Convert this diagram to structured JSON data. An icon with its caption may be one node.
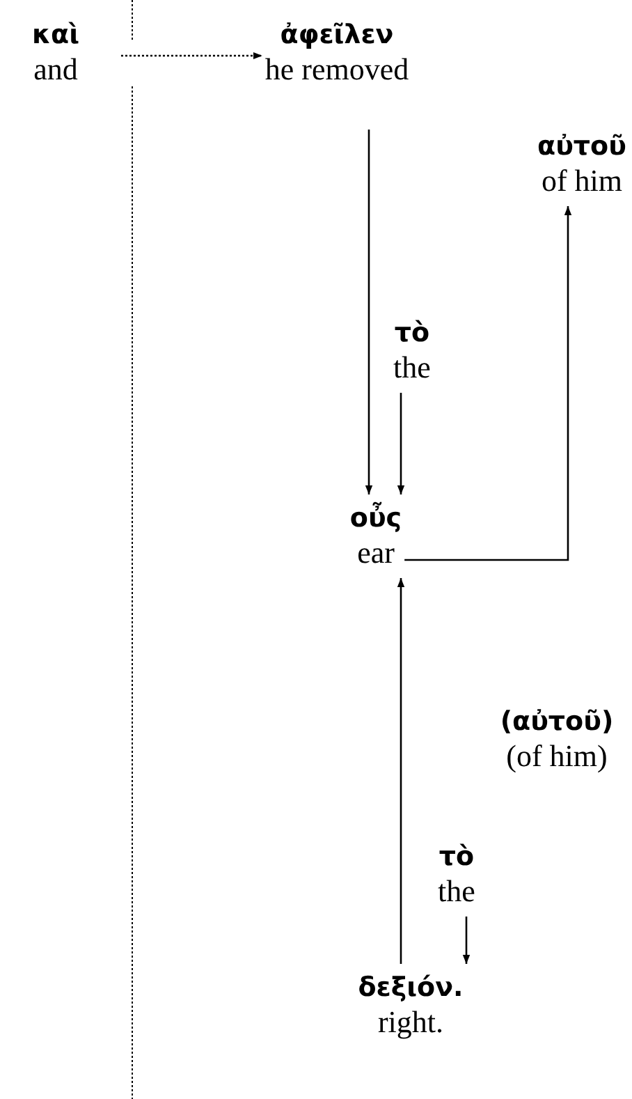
{
  "diagram": {
    "nodes": [
      {
        "text": [
          "καὶ",
          "and"
        ]
      },
      {
        "text": [
          "ἀφεῖλεν",
          "he removed"
        ]
      },
      {
        "text": [
          "αὐτοῦ",
          "of him"
        ]
      },
      {
        "text": [
          "τὸ",
          "the"
        ]
      },
      {
        "text": [
          "οὖς",
          "ear"
        ]
      },
      {
        "text": [
          "τὸ",
          "the"
        ]
      },
      {
        "text": [
          "δεξιόν.",
          "right."
        ]
      }
    ],
    "edges": [
      {
        "from": 0,
        "to": 1,
        "arrow": "to",
        "style": "dashed"
      },
      {
        "from": 1,
        "to": 4,
        "arrow": "to"
      },
      {
        "from": 3,
        "to": 4,
        "arrow": "to"
      },
      {
        "from": 4,
        "to": 2,
        "arrow": "to"
      },
      {
        "from": 6,
        "to": 4,
        "arrow": "to"
      },
      {
        "from": 5,
        "to": 6,
        "arrow": "to"
      }
    ],
    "labels": [
      "(αὐτοῦ)",
      "(of him)"
    ]
  }
}
